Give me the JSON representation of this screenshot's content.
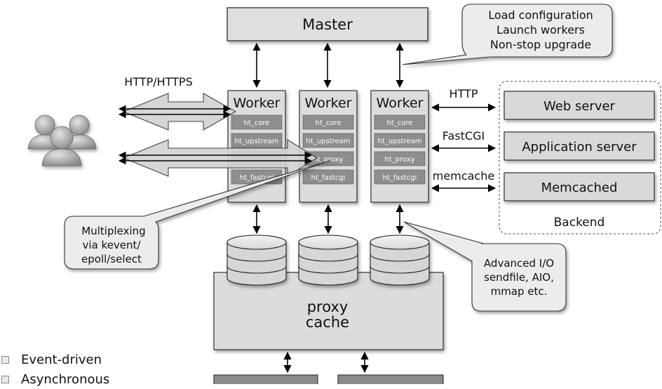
{
  "master": {
    "label": "Master"
  },
  "master_callout": {
    "lines": [
      "Load configuration",
      "Launch workers",
      "Non-stop upgrade"
    ]
  },
  "client": {
    "protocol_label": "HTTP/HTTPS"
  },
  "workers": [
    {
      "title": "Worker",
      "modules": [
        "ht_core",
        "ht_upstream",
        "",
        "ht_fastcgi"
      ]
    },
    {
      "title": "Worker",
      "modules": [
        "ht_core",
        "ht_upstream",
        "ht_proxy",
        "ht_fastcgi"
      ]
    },
    {
      "title": "Worker",
      "modules": [
        "ht_core",
        "ht_upstream",
        "ht_proxy",
        "ht_fastcgi"
      ]
    }
  ],
  "backend": {
    "title": "Backend",
    "services": [
      "Web server",
      "Application server",
      "Memcached"
    ],
    "protocols": [
      "HTTP",
      "FastCGI",
      "memcache"
    ]
  },
  "multiplex_callout": {
    "lines": [
      "Multiplexing",
      "via kevent/",
      "epoll/select"
    ]
  },
  "io_callout": {
    "lines": [
      "Advanced I/O",
      "sendfile, AIO,",
      "mmap etc."
    ]
  },
  "cache": {
    "lines": [
      "proxy",
      "cache"
    ]
  },
  "legend": {
    "items": [
      "Event-driven",
      "Asynchronous"
    ]
  }
}
